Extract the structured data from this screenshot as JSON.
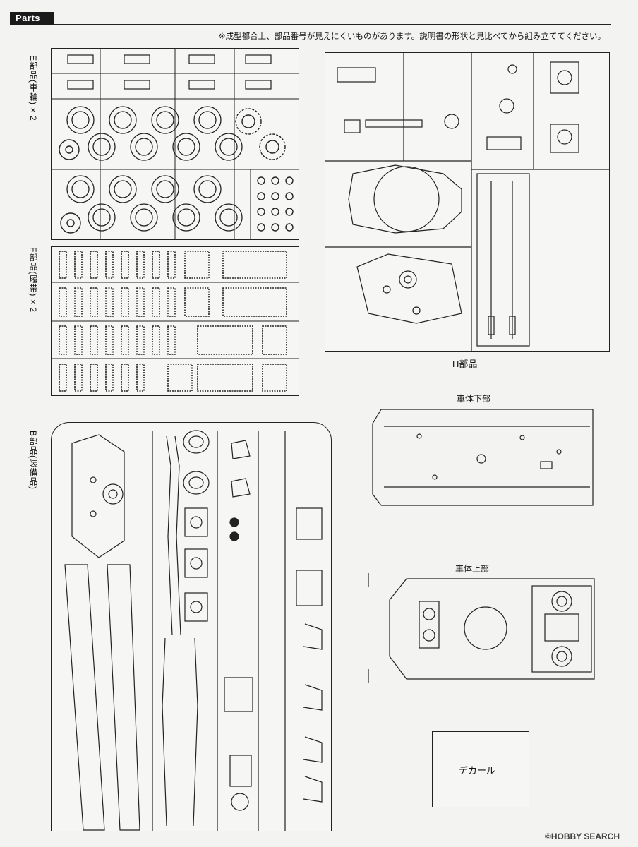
{
  "header": {
    "tag": "Parts"
  },
  "note": "※成型都合上、部品番号が見えにくいものがあります。説明書の形状と見比べてから組み立ててください。",
  "sprues": [
    {
      "id": "E",
      "label": "E部品(車輪)×2"
    },
    {
      "id": "F",
      "label": "F部品(履帯)×2"
    },
    {
      "id": "B",
      "label": "B部品(装備品)"
    },
    {
      "id": "H",
      "label": "H部品"
    }
  ],
  "hull": {
    "lower": "車体下部",
    "upper": "車体上部"
  },
  "decal": {
    "label": "デカール"
  },
  "watermark": "©HOBBY SEARCH"
}
